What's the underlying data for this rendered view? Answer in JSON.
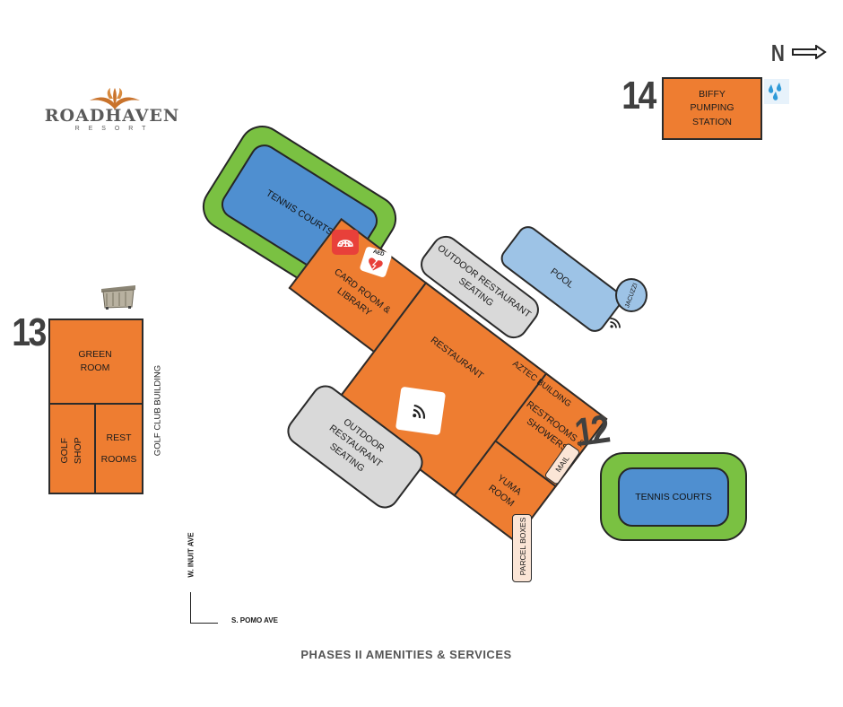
{
  "logo": {
    "name": "ROADHAVEN",
    "sub": "R E S O R T"
  },
  "north": {
    "label": "N"
  },
  "buildings": {
    "b14": {
      "number": "14",
      "label": "BIFFY\nPUMPING\nSTATION"
    },
    "b13": {
      "number": "13",
      "green_room": "GREEN\nROOM",
      "golf_shop": "GOLF\nSHOP",
      "rest_rooms": "REST\nROOMS",
      "building_label": "GOLF CLUB BUILDING"
    },
    "b12": {
      "number": "12",
      "card_room": "CARD ROOM &\nLIBRARY",
      "restaurant": "RESTAURANT",
      "restrooms": "RESTROOMS &\nSHOWERS",
      "yuma": "YUMA\nROOM",
      "building_label": "AZTEC BUILDING"
    }
  },
  "amenities": {
    "tennis_top": "TENNIS COURTS",
    "tennis_right": "TENNIS COURTS",
    "pool": "POOL",
    "jacuzzi": "JACUZZI",
    "outdoor_top": "OUTDOOR RESTAURANT\nSEATING",
    "outdoor_bottom": "OUTDOOR\nRESTAURANT\nSEATING",
    "mail": "MAIL",
    "parcel": "PARCEL BOXES"
  },
  "icons": {
    "emergency": "911",
    "aed": "AED",
    "emergency_color": "#e8403a"
  },
  "streets": {
    "inuit": "W. INUIT AVE",
    "pomo": "S. POMO AVE"
  },
  "footer": {
    "title": "PHASES II AMENITIES & SERVICES"
  },
  "colors": {
    "building": "#ee7d31",
    "court_border": "#7ac142",
    "court": "#4f8fd0",
    "pool": "#9dc3e6",
    "seating": "#d9d9d9",
    "mail": "#fbe5d6"
  }
}
